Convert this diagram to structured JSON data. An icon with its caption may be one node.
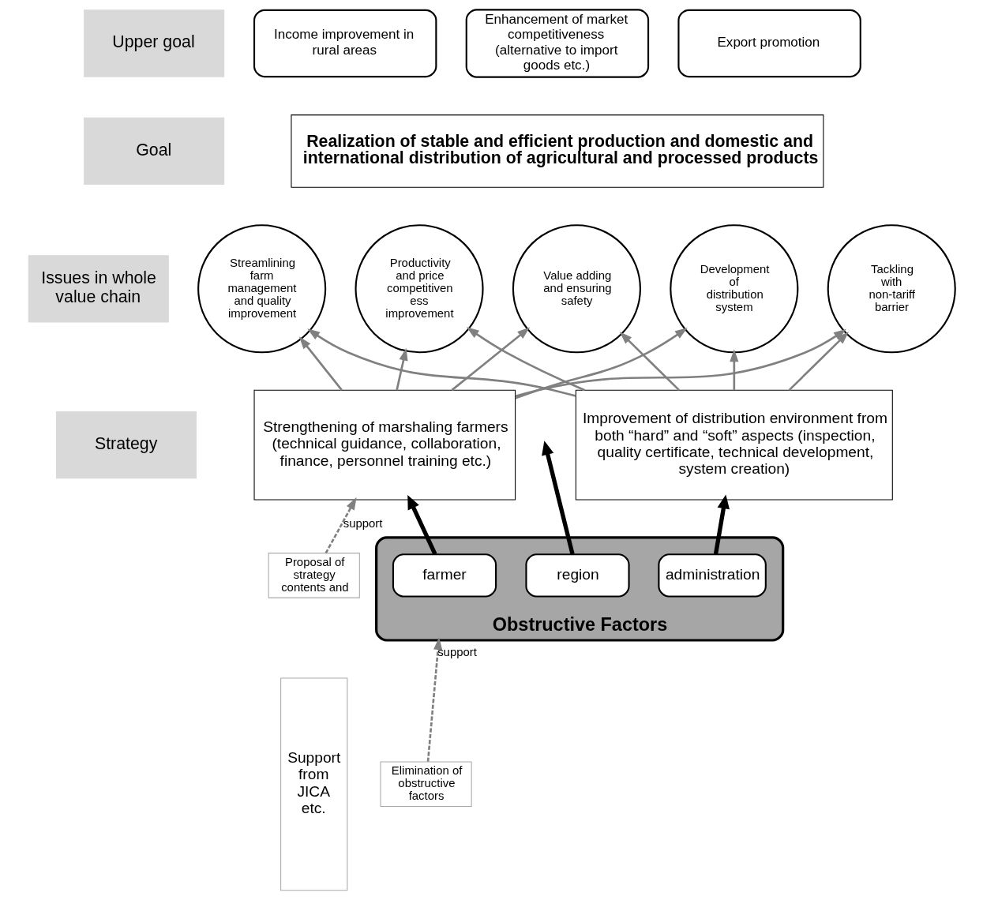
{
  "diagram": {
    "nodes": [
      {
        "text": [
          "Upper goal"
        ]
      },
      {
        "text": [
          "Income improvement in rural areas"
        ]
      },
      {
        "text": [
          "Enhancement of market competitiveness (alternative to import goods etc.)"
        ]
      },
      {
        "text": [
          "Export promotion"
        ]
      },
      {
        "text": [
          "Goal"
        ]
      },
      {
        "text": [
          "Realization of stable and efficient production and domestic and international distribution of agricultural and processed products"
        ]
      },
      {
        "text": [
          "Issues in whole value chain"
        ]
      },
      {
        "text": [
          "Streamlining farm management and quality improvement"
        ]
      },
      {
        "text": [
          "Productivity and price competitiven ess improvement"
        ]
      },
      {
        "text": [
          "Value adding and ensuring safety"
        ]
      },
      {
        "text": [
          "Development of distribution system"
        ]
      },
      {
        "text": [
          "Tackling with non-tariff barrier"
        ]
      },
      {
        "text": [
          "Strategy"
        ]
      },
      {
        "text": [
          "Strengthening of marshaling farmers (technical guidance, collaboration, finance, personnel training etc.)"
        ]
      },
      {
        "text": [
          "Improvement of distribution environment from both “hard” and “soft” aspects (inspection, quality certificate, technical development, system creation)"
        ]
      },
      {
        "text": [
          "Support from JICA etc."
        ]
      },
      {
        "text": [
          "Proposal of strategy contents and"
        ]
      },
      {
        "text": [
          "Elimination of obstructive factors"
        ]
      },
      {
        "text": [
          "Obstructive Factors"
        ]
      },
      {
        "text": [
          "farmer"
        ],
        "in": 18
      },
      {
        "text": [
          "region"
        ],
        "in": 18
      },
      {
        "text": [
          "administration"
        ],
        "in": 18
      }
    ],
    "edges": [
      {
        "from": 13,
        "to": 7,
        "arrow": "to",
        "color": "#808080"
      },
      {
        "from": 13,
        "to": 8,
        "arrow": "to",
        "color": "#808080"
      },
      {
        "from": 13,
        "to": 9,
        "arrow": "to",
        "color": "#808080"
      },
      {
        "from": 13,
        "to": 10,
        "arrow": "to",
        "color": "#808080"
      },
      {
        "from": 13,
        "to": 11,
        "arrow": "to",
        "color": "#808080"
      },
      {
        "from": 14,
        "to": 7,
        "arrow": "to",
        "color": "#808080"
      },
      {
        "from": 14,
        "to": 8,
        "arrow": "to",
        "color": "#808080"
      },
      {
        "from": 14,
        "to": 9,
        "arrow": "to",
        "color": "#808080"
      },
      {
        "from": 14,
        "to": 10,
        "arrow": "to",
        "color": "#808080"
      },
      {
        "from": 14,
        "to": 11,
        "arrow": "to",
        "color": "#808080"
      },
      {
        "from": 19,
        "to": 13,
        "arrow": "to",
        "style": "thick",
        "color": "#000000"
      },
      {
        "from": 20,
        "to": null,
        "arrow": "to",
        "style": "thick",
        "color": "#000000"
      },
      {
        "from": 21,
        "to": 14,
        "arrow": "to",
        "style": "thick",
        "color": "#000000"
      },
      {
        "from": 16,
        "to": 13,
        "arrow": "to",
        "label": "support",
        "style": "dashed",
        "color": "#808080"
      },
      {
        "from": 17,
        "to": 18,
        "arrow": "to",
        "label": "support",
        "style": "dashed",
        "color": "#808080"
      }
    ]
  }
}
